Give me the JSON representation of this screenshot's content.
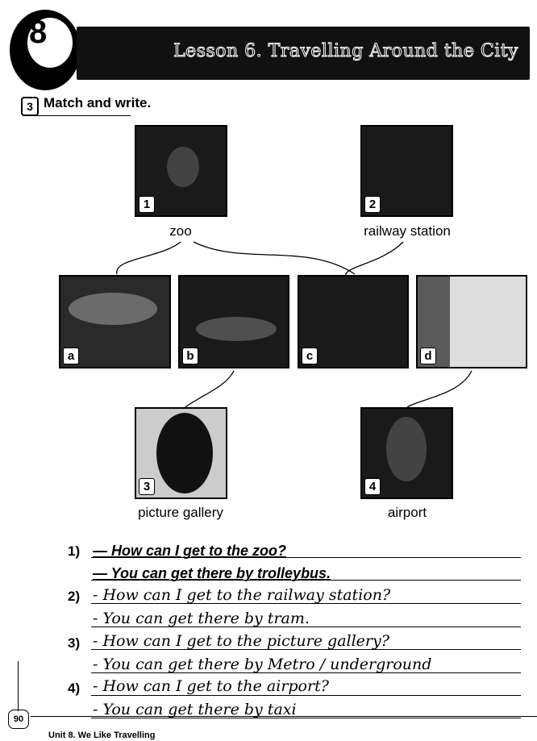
{
  "header": {
    "unit_number": "8",
    "lesson_title": "Lesson 6. Travelling Around the City"
  },
  "exercise": {
    "number": "3",
    "title": "Match and write."
  },
  "places": [
    {
      "number": "1",
      "label": "zoo"
    },
    {
      "number": "2",
      "label": "railway station"
    },
    {
      "number": "3",
      "label": "picture gallery"
    },
    {
      "number": "4",
      "label": "airport"
    }
  ],
  "transport_photos": [
    {
      "letter": "a"
    },
    {
      "letter": "b"
    },
    {
      "letter": "c"
    },
    {
      "letter": "d"
    }
  ],
  "answers": [
    {
      "number": "1)",
      "question": "— How can I get to the zoo?",
      "answer": "— You can get there by trolleybus."
    },
    {
      "number": "2)",
      "question": "- How can I get to the railway station?",
      "answer": "- You can get there by tram."
    },
    {
      "number": "3)",
      "question": "- How can I get to the picture gallery?",
      "answer": "- You can get there by Metro / underground"
    },
    {
      "number": "4)",
      "question": "- How can I get to the airport?",
      "answer": "- You can get there by taxi"
    }
  ],
  "footer": {
    "page_number": "90",
    "unit_title": "Unit 8. We Like Travelling"
  }
}
